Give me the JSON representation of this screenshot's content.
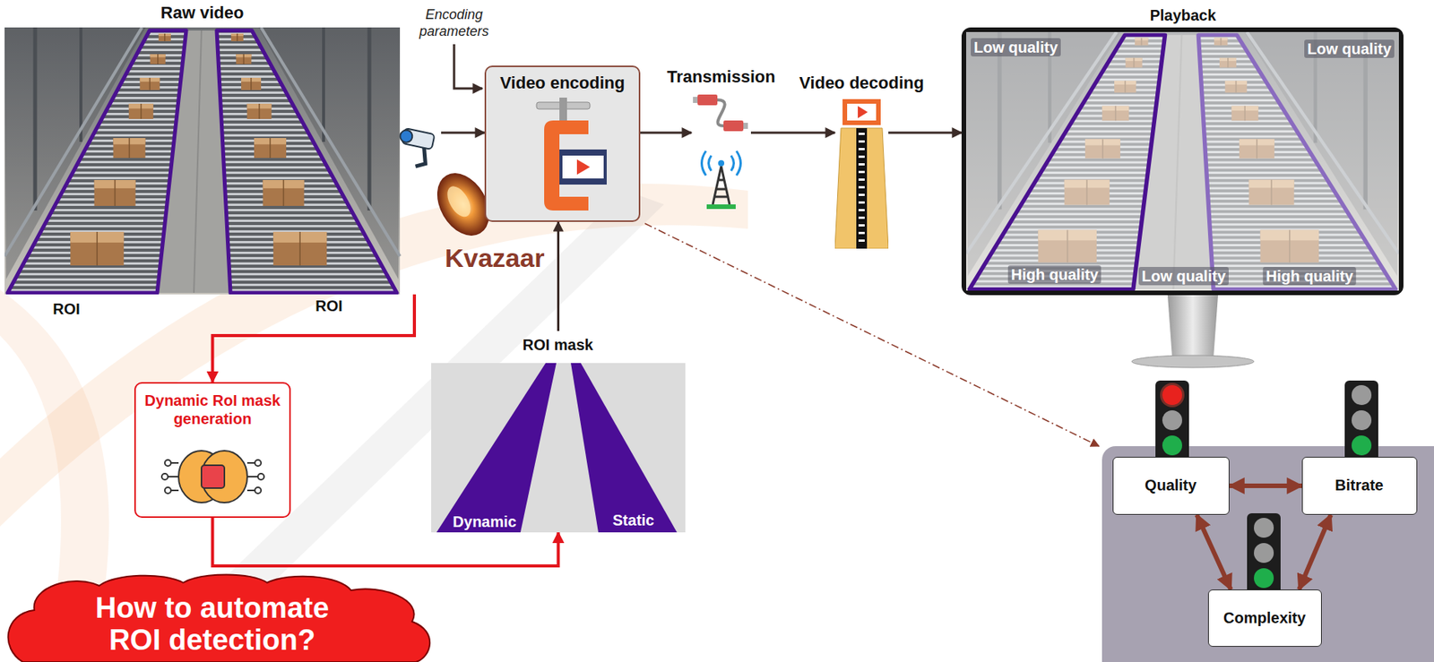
{
  "diagram": {
    "nodes": [
      {
        "text": [
          "Raw video"
        ]
      },
      {
        "text": [
          "Video encoding"
        ]
      },
      {
        "text": [
          "Transmission"
        ]
      },
      {
        "text": [
          "Video decoding"
        ]
      },
      {
        "text": [
          "Playback",
          "Low quality",
          "Low quality",
          "High quality",
          "Low quality",
          "High quality"
        ]
      },
      {
        "text": [
          "Dynamic RoI mask generation"
        ]
      },
      {
        "text": [
          "ROI mask",
          "Dynamic",
          "Static"
        ]
      },
      {
        "text": [
          "Quality"
        ]
      },
      {
        "text": [
          "Bitrate"
        ]
      },
      {
        "text": [
          "Complexity"
        ]
      }
    ],
    "edges": [
      {
        "from": 0,
        "to": 1,
        "arrow": "to"
      },
      {
        "from": 1,
        "to": 2,
        "arrow": "to"
      },
      {
        "from": 2,
        "to": 3,
        "arrow": "to"
      },
      {
        "from": 3,
        "to": 4,
        "arrow": "to"
      },
      {
        "from": 0,
        "to": 5,
        "arrow": "to"
      },
      {
        "from": 5,
        "to": 6,
        "arrow": "to"
      },
      {
        "from": 6,
        "to": 1,
        "arrow": "to"
      },
      {
        "from": 7,
        "to": 8,
        "arrow": "both"
      },
      {
        "from": 7,
        "to": 9,
        "arrow": "both"
      },
      {
        "from": 8,
        "to": 9,
        "arrow": "both"
      }
    ],
    "labels": [
      "Encoding parameters",
      "ROI",
      "ROI",
      "Kvazaar",
      "How to automate ROI detection?"
    ]
  }
}
